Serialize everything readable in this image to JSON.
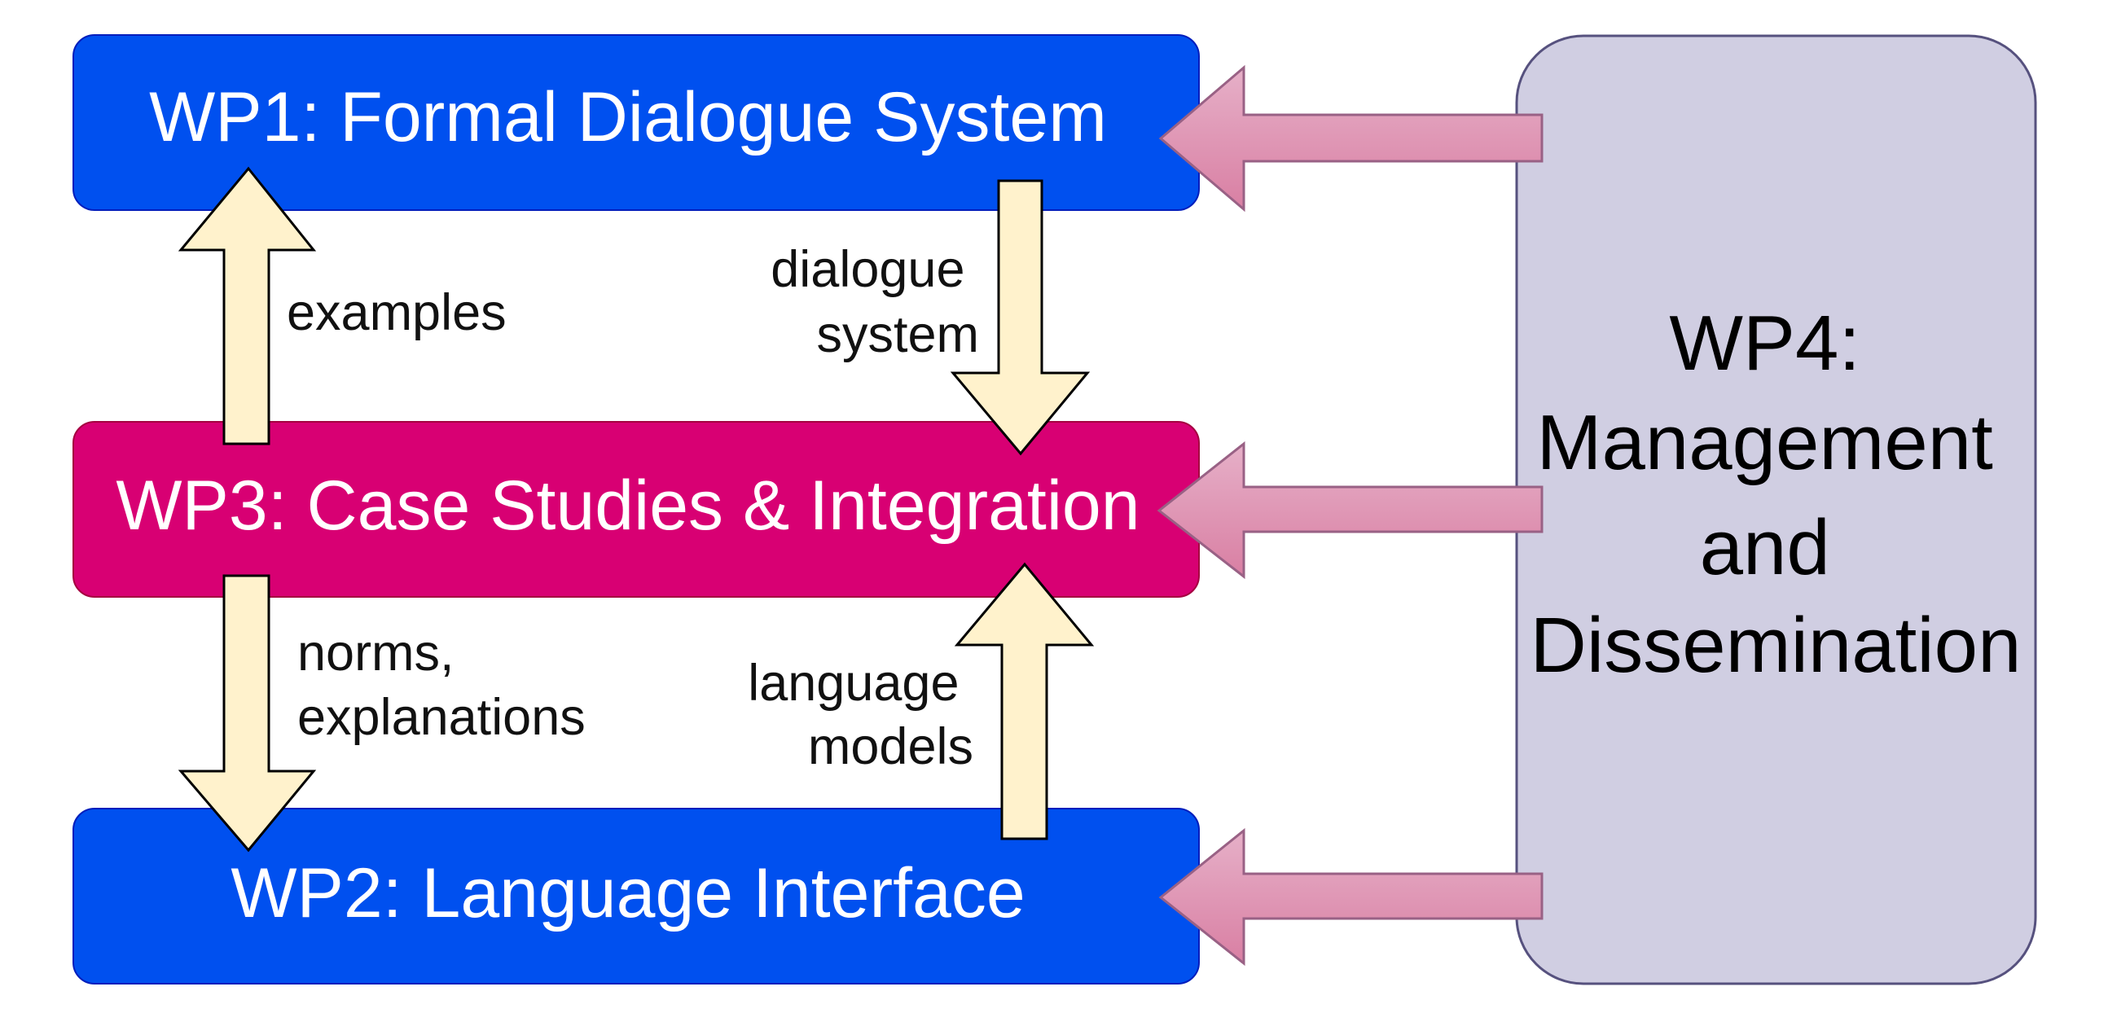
{
  "diagram": {
    "work_packages": [
      {
        "id": "wp1",
        "label": "WP1: Formal Dialogue System",
        "fill": "#0050ef",
        "text_color": "#ffffff"
      },
      {
        "id": "wp3",
        "label": "WP3: Case Studies & Integration",
        "fill": "#d80073",
        "text_color": "#ffffff"
      },
      {
        "id": "wp2",
        "label": "WP2: Language Interface",
        "fill": "#0050ef",
        "text_color": "#ffffff"
      },
      {
        "id": "wp4",
        "label_lines": [
          "WP4:",
          "Management",
          "and",
          "Dissemination"
        ],
        "fill": "#d0cee2",
        "stroke": "#56517e",
        "text_color": "#000000"
      }
    ],
    "flows": [
      {
        "id": "examples",
        "from": "wp3",
        "to": "wp1",
        "label_lines": [
          "examples"
        ]
      },
      {
        "id": "dialogue-system",
        "from": "wp1",
        "to": "wp3",
        "label_lines": [
          "dialogue",
          "system"
        ]
      },
      {
        "id": "norms-explanations",
        "from": "wp3",
        "to": "wp2",
        "label_lines": [
          "norms,",
          "explanations"
        ]
      },
      {
        "id": "language-models",
        "from": "wp2",
        "to": "wp3",
        "label_lines": [
          "language",
          "models"
        ]
      },
      {
        "id": "wp4-to-wp1",
        "from": "wp4",
        "to": "wp1",
        "label_lines": []
      },
      {
        "id": "wp4-to-wp3",
        "from": "wp4",
        "to": "wp3",
        "label_lines": []
      },
      {
        "id": "wp4-to-wp2",
        "from": "wp4",
        "to": "wp2",
        "label_lines": []
      }
    ],
    "colors": {
      "flow_arrow_fill": "#fff2cc",
      "flow_arrow_stroke": "#000000",
      "mgmt_arrow_fill_top": "#e6b0c8",
      "mgmt_arrow_fill_bottom": "#d97fa3",
      "mgmt_arrow_stroke": "#996185"
    }
  }
}
